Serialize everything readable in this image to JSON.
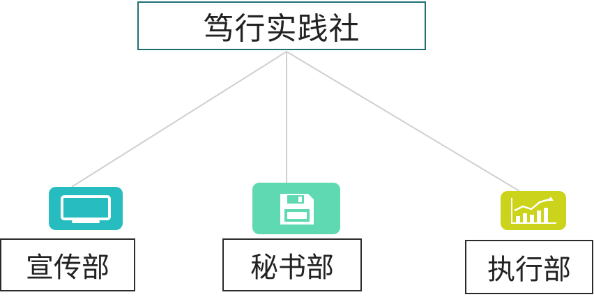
{
  "root": {
    "label": "笃行实践社"
  },
  "departments": [
    {
      "label": "宣传部",
      "icon": "monitor-icon",
      "color": "#26bcc0"
    },
    {
      "label": "秘书部",
      "icon": "floppy-disk-icon",
      "color": "#5fd9b1"
    },
    {
      "label": "执行部",
      "icon": "bar-chart-icon",
      "color": "#cbd31a"
    }
  ],
  "connector_color": "#cfcfcf",
  "root_border_color": "#1f6f72"
}
